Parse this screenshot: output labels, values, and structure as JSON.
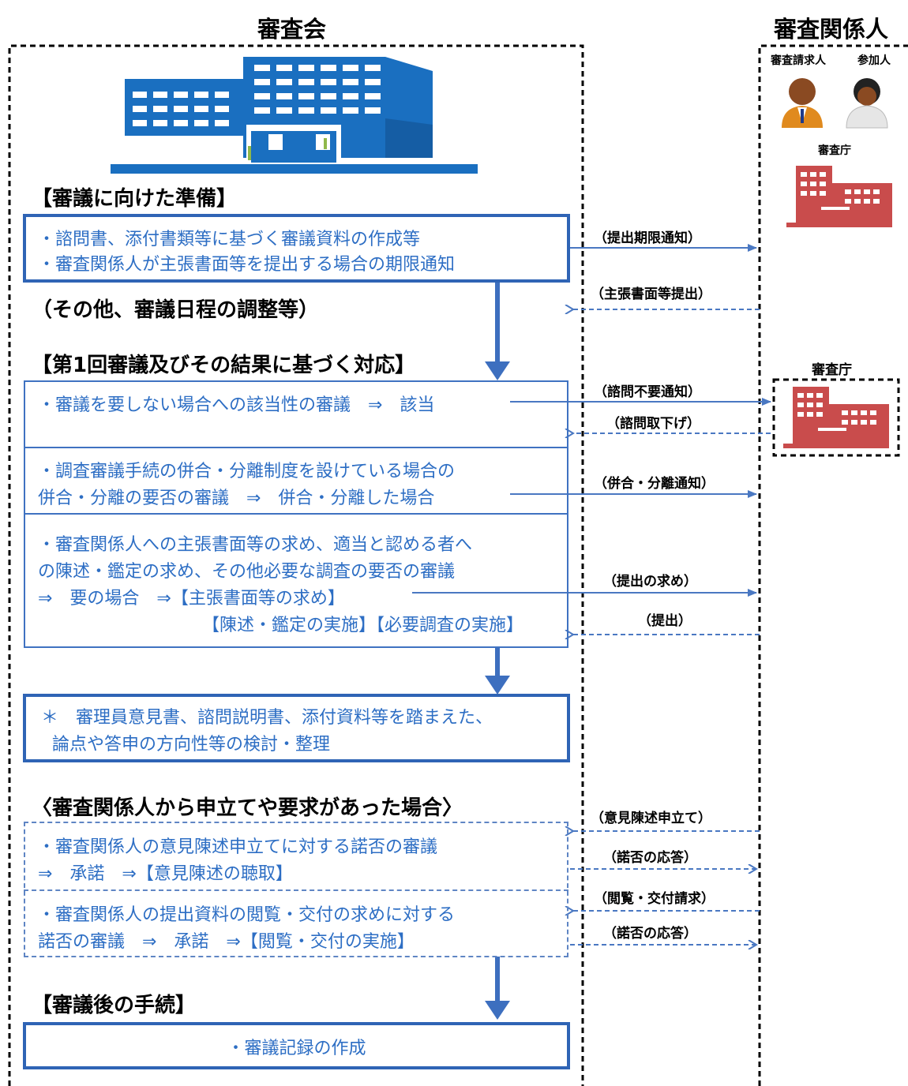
{
  "headers": {
    "left": "審査会",
    "right": "審査関係人"
  },
  "parties": {
    "requester": "審査請求人",
    "participant": "参加人",
    "agency_top": "審査庁",
    "agency_mid": "審査庁"
  },
  "sections": {
    "prep_title": "【審議に向けた準備】",
    "prep_line1": "・諮問書、添付書類等に基づく審議資料の作成等",
    "prep_line2": "・審査関係人が主張書面等を提出する場合の期限通知",
    "prep_other": "（その他、審議日程の調整等）",
    "first_title": "【第1回審議及びその結果に基づく対応】",
    "first_item1": "・審議を要しない場合への該当性の審議　⇒　該当",
    "first_item2_line1": "・調査審議手続の併合・分離制度を設けている場合の",
    "first_item2_line2": "併合・分離の要否の審議　⇒　併合・分離した場合",
    "first_item3_line1": "・審査関係人への主張書面等の求め、適当と認める者へ",
    "first_item3_line2": "の陳述・鑑定の求め、その他必要な調査の要否の審議",
    "first_item3_line3": "⇒　要の場合　⇒【主張書面等の求め】",
    "first_item3_line4": "【陳述・鑑定の実施】【必要調査の実施】",
    "review_line1": "＊　審理員意見書、諮問説明書、添付資料等を踏まえた、",
    "review_line2": "論点や答申の方向性等の検討・整理",
    "request_title": "〈審査関係人から申立てや要求があった場合〉",
    "request_item1_line1": "・審査関係人の意見陳述申立てに対する諾否の審議",
    "request_item1_line2": "⇒　承諾　⇒【意見陳述の聴取】",
    "request_item2_line1": "・審査関係人の提出資料の閲覧・交付の求めに対する",
    "request_item2_line2": "諾否の審議　⇒　承諾　⇒【閲覧・交付の実施】",
    "after_title": "【審議後の手続】",
    "after_item": "・審議記録の作成"
  },
  "messages": {
    "m1": "（提出期限通知）",
    "m2": "（主張書面等提出）",
    "m3": "（諮問不要通知）",
    "m4": "（諮問取下げ）",
    "m5": "（併合・分離通知）",
    "m6": "（提出の求め）",
    "m7": "（提出）",
    "m8": "（意見陳述申立て）",
    "m9": "（諾否の応答）",
    "m10": "（閲覧・交付請求）",
    "m11": "（諾否の応答）"
  },
  "colors": {
    "box_blue": "#2f64b5",
    "text_blue": "#2d6ec4",
    "building_blue": "#1a6fc0",
    "agency_red": "#c94c4c"
  }
}
